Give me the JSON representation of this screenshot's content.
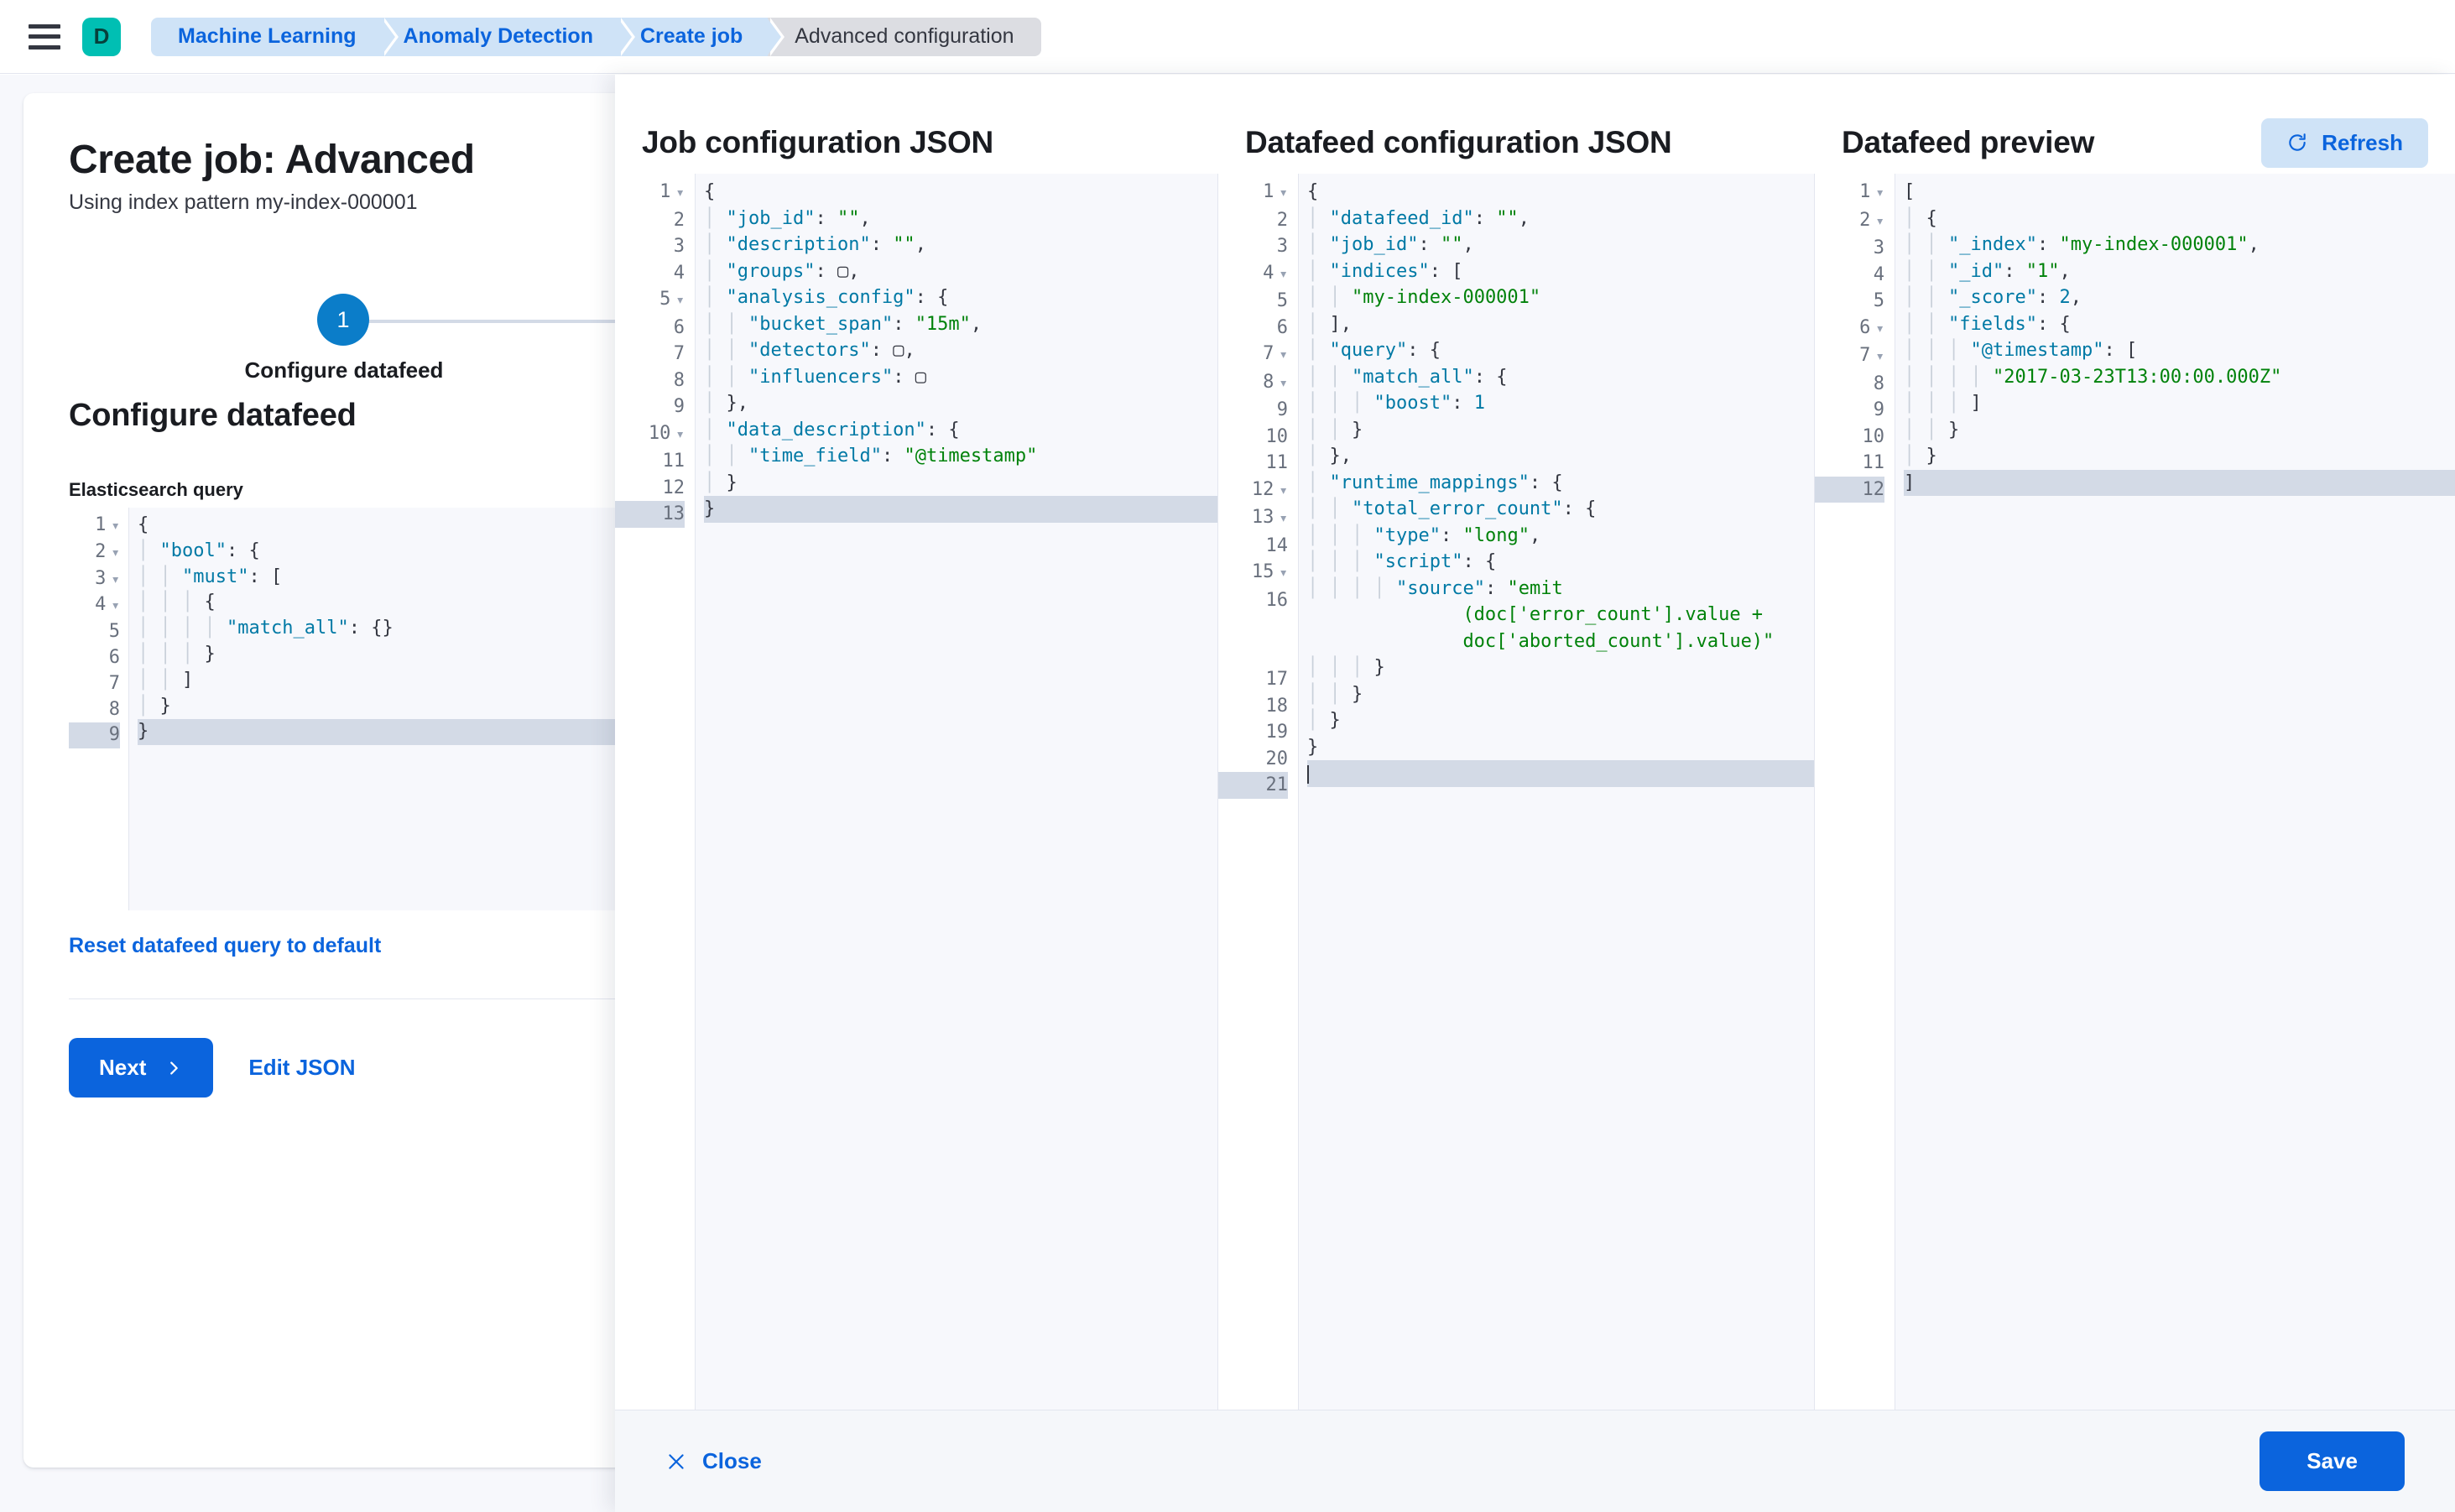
{
  "topnav": {
    "menu_icon": "hamburger-menu-icon",
    "avatar_letter": "D",
    "breadcrumbs": [
      {
        "label": "Machine Learning",
        "current": false
      },
      {
        "label": "Anomaly Detection",
        "current": false
      },
      {
        "label": "Create job",
        "current": false
      },
      {
        "label": "Advanced configuration",
        "current": true
      }
    ]
  },
  "left_panel": {
    "title": "Create job: Advanced",
    "subtitle": "Using index pattern my-index-000001",
    "step_number": "1",
    "step_label": "Configure datafeed",
    "section_title": "Configure datafeed",
    "query_label": "Elasticsearch query",
    "reset_link": "Reset datafeed query to default",
    "next_button": "Next",
    "next_icon": "chevron-right-icon",
    "edit_json_button": "Edit JSON",
    "query_lines": [
      {
        "n": "1",
        "fold": true,
        "indent": 0,
        "tokens": [
          [
            "pun",
            "{"
          ]
        ]
      },
      {
        "n": "2",
        "fold": true,
        "indent": 1,
        "tokens": [
          [
            "key",
            "\"bool\""
          ],
          [
            "pun",
            ": {"
          ]
        ]
      },
      {
        "n": "3",
        "fold": true,
        "indent": 2,
        "tokens": [
          [
            "key",
            "\"must\""
          ],
          [
            "pun",
            ": ["
          ]
        ]
      },
      {
        "n": "4",
        "fold": true,
        "indent": 3,
        "tokens": [
          [
            "pun",
            "{"
          ]
        ]
      },
      {
        "n": "5",
        "fold": false,
        "indent": 4,
        "tokens": [
          [
            "key",
            "\"match_all\""
          ],
          [
            "pun",
            ": {}"
          ]
        ]
      },
      {
        "n": "6",
        "fold": false,
        "indent": 3,
        "tokens": [
          [
            "pun",
            "}"
          ]
        ]
      },
      {
        "n": "7",
        "fold": false,
        "indent": 2,
        "tokens": [
          [
            "pun",
            "]"
          ]
        ]
      },
      {
        "n": "8",
        "fold": false,
        "indent": 1,
        "tokens": [
          [
            "pun",
            "}"
          ]
        ]
      },
      {
        "n": "9",
        "fold": false,
        "indent": 0,
        "tokens": [
          [
            "pun",
            "}"
          ]
        ],
        "highlight": true
      }
    ]
  },
  "flyout": {
    "job_config": {
      "title": "Job configuration JSON",
      "lines": [
        {
          "n": "1",
          "fold": true,
          "indent": 0,
          "tokens": [
            [
              "pun",
              "{"
            ]
          ]
        },
        {
          "n": "2",
          "fold": false,
          "indent": 1,
          "tokens": [
            [
              "key",
              "\"job_id\""
            ],
            [
              "pun",
              ": "
            ],
            [
              "str",
              "\"\""
            ],
            [
              "pun",
              ","
            ]
          ]
        },
        {
          "n": "3",
          "fold": false,
          "indent": 1,
          "tokens": [
            [
              "key",
              "\"description\""
            ],
            [
              "pun",
              ": "
            ],
            [
              "str",
              "\"\""
            ],
            [
              "pun",
              ","
            ]
          ]
        },
        {
          "n": "4",
          "fold": false,
          "indent": 1,
          "tokens": [
            [
              "key",
              "\"groups\""
            ],
            [
              "pun",
              ": "
            ],
            [
              "box",
              ""
            ],
            [
              "pun",
              ","
            ]
          ]
        },
        {
          "n": "5",
          "fold": true,
          "indent": 1,
          "tokens": [
            [
              "key",
              "\"analysis_config\""
            ],
            [
              "pun",
              ": {"
            ]
          ]
        },
        {
          "n": "6",
          "fold": false,
          "indent": 2,
          "tokens": [
            [
              "key",
              "\"bucket_span\""
            ],
            [
              "pun",
              ": "
            ],
            [
              "str",
              "\"15m\""
            ],
            [
              "pun",
              ","
            ]
          ]
        },
        {
          "n": "7",
          "fold": false,
          "indent": 2,
          "tokens": [
            [
              "key",
              "\"detectors\""
            ],
            [
              "pun",
              ": "
            ],
            [
              "box",
              ""
            ],
            [
              "pun",
              ","
            ]
          ]
        },
        {
          "n": "8",
          "fold": false,
          "indent": 2,
          "tokens": [
            [
              "key",
              "\"influencers\""
            ],
            [
              "pun",
              ": "
            ],
            [
              "box",
              ""
            ]
          ]
        },
        {
          "n": "9",
          "fold": false,
          "indent": 1,
          "tokens": [
            [
              "pun",
              "},"
            ]
          ]
        },
        {
          "n": "10",
          "fold": true,
          "indent": 1,
          "tokens": [
            [
              "key",
              "\"data_description\""
            ],
            [
              "pun",
              ": {"
            ]
          ]
        },
        {
          "n": "11",
          "fold": false,
          "indent": 2,
          "tokens": [
            [
              "key",
              "\"time_field\""
            ],
            [
              "pun",
              ": "
            ],
            [
              "str",
              "\"@timestamp\""
            ]
          ]
        },
        {
          "n": "12",
          "fold": false,
          "indent": 1,
          "tokens": [
            [
              "pun",
              "}"
            ]
          ]
        },
        {
          "n": "13",
          "fold": false,
          "indent": 0,
          "tokens": [
            [
              "pun",
              "}"
            ]
          ],
          "highlight": true
        }
      ]
    },
    "datafeed_config": {
      "title": "Datafeed configuration JSON",
      "lines": [
        {
          "n": "1",
          "fold": true,
          "indent": 0,
          "tokens": [
            [
              "pun",
              "{"
            ]
          ]
        },
        {
          "n": "2",
          "fold": false,
          "indent": 1,
          "tokens": [
            [
              "key",
              "\"datafeed_id\""
            ],
            [
              "pun",
              ": "
            ],
            [
              "str",
              "\"\""
            ],
            [
              "pun",
              ","
            ]
          ]
        },
        {
          "n": "3",
          "fold": false,
          "indent": 1,
          "tokens": [
            [
              "key",
              "\"job_id\""
            ],
            [
              "pun",
              ": "
            ],
            [
              "str",
              "\"\""
            ],
            [
              "pun",
              ","
            ]
          ]
        },
        {
          "n": "4",
          "fold": true,
          "indent": 1,
          "tokens": [
            [
              "key",
              "\"indices\""
            ],
            [
              "pun",
              ": ["
            ]
          ]
        },
        {
          "n": "5",
          "fold": false,
          "indent": 2,
          "tokens": [
            [
              "str",
              "\"my-index-000001\""
            ]
          ]
        },
        {
          "n": "6",
          "fold": false,
          "indent": 1,
          "tokens": [
            [
              "pun",
              "],"
            ]
          ]
        },
        {
          "n": "7",
          "fold": true,
          "indent": 1,
          "tokens": [
            [
              "key",
              "\"query\""
            ],
            [
              "pun",
              ": {"
            ]
          ]
        },
        {
          "n": "8",
          "fold": true,
          "indent": 2,
          "tokens": [
            [
              "key",
              "\"match_all\""
            ],
            [
              "pun",
              ": {"
            ]
          ]
        },
        {
          "n": "9",
          "fold": false,
          "indent": 3,
          "tokens": [
            [
              "key",
              "\"boost\""
            ],
            [
              "pun",
              ": "
            ],
            [
              "num",
              "1"
            ]
          ]
        },
        {
          "n": "10",
          "fold": false,
          "indent": 2,
          "tokens": [
            [
              "pun",
              "}"
            ]
          ]
        },
        {
          "n": "11",
          "fold": false,
          "indent": 1,
          "tokens": [
            [
              "pun",
              "},"
            ]
          ]
        },
        {
          "n": "12",
          "fold": true,
          "indent": 1,
          "tokens": [
            [
              "key",
              "\"runtime_mappings\""
            ],
            [
              "pun",
              ": {"
            ]
          ]
        },
        {
          "n": "13",
          "fold": true,
          "indent": 2,
          "tokens": [
            [
              "key",
              "\"total_error_count\""
            ],
            [
              "pun",
              ": {"
            ]
          ]
        },
        {
          "n": "14",
          "fold": false,
          "indent": 3,
          "tokens": [
            [
              "key",
              "\"type\""
            ],
            [
              "pun",
              ": "
            ],
            [
              "str",
              "\"long\""
            ],
            [
              "pun",
              ","
            ]
          ]
        },
        {
          "n": "15",
          "fold": true,
          "indent": 3,
          "tokens": [
            [
              "key",
              "\"script\""
            ],
            [
              "pun",
              ": {"
            ]
          ]
        },
        {
          "n": "16",
          "fold": false,
          "indent": 4,
          "tokens": [
            [
              "key",
              "\"source\""
            ],
            [
              "pun",
              ": "
            ],
            [
              "str",
              "\"emit"
            ]
          ],
          "wrapped": [
            "(doc['error_count'].value +",
            "doc['aborted_count'].value)\""
          ]
        },
        {
          "n": "17",
          "fold": false,
          "indent": 3,
          "tokens": [
            [
              "pun",
              "}"
            ]
          ]
        },
        {
          "n": "18",
          "fold": false,
          "indent": 2,
          "tokens": [
            [
              "pun",
              "}"
            ]
          ]
        },
        {
          "n": "19",
          "fold": false,
          "indent": 1,
          "tokens": [
            [
              "pun",
              "}"
            ]
          ]
        },
        {
          "n": "20",
          "fold": false,
          "indent": 0,
          "tokens": [
            [
              "pun",
              "}"
            ]
          ]
        },
        {
          "n": "21",
          "fold": false,
          "indent": 0,
          "tokens": [],
          "highlight": true,
          "caret": true
        }
      ]
    },
    "datafeed_preview": {
      "title": "Datafeed preview",
      "refresh_label": "Refresh",
      "refresh_icon": "refresh-icon",
      "lines": [
        {
          "n": "1",
          "fold": true,
          "indent": 0,
          "tokens": [
            [
              "pun",
              "["
            ]
          ]
        },
        {
          "n": "2",
          "fold": true,
          "indent": 1,
          "tokens": [
            [
              "pun",
              "{"
            ]
          ]
        },
        {
          "n": "3",
          "fold": false,
          "indent": 2,
          "tokens": [
            [
              "key",
              "\"_index\""
            ],
            [
              "pun",
              ": "
            ],
            [
              "str",
              "\"my-index-000001\""
            ],
            [
              "pun",
              ","
            ]
          ]
        },
        {
          "n": "4",
          "fold": false,
          "indent": 2,
          "tokens": [
            [
              "key",
              "\"_id\""
            ],
            [
              "pun",
              ": "
            ],
            [
              "str",
              "\"1\""
            ],
            [
              "pun",
              ","
            ]
          ]
        },
        {
          "n": "5",
          "fold": false,
          "indent": 2,
          "tokens": [
            [
              "key",
              "\"_score\""
            ],
            [
              "pun",
              ": "
            ],
            [
              "num",
              "2"
            ],
            [
              "pun",
              ","
            ]
          ]
        },
        {
          "n": "6",
          "fold": true,
          "indent": 2,
          "tokens": [
            [
              "key",
              "\"fields\""
            ],
            [
              "pun",
              ": {"
            ]
          ]
        },
        {
          "n": "7",
          "fold": true,
          "indent": 3,
          "tokens": [
            [
              "key",
              "\"@timestamp\""
            ],
            [
              "pun",
              ": ["
            ]
          ]
        },
        {
          "n": "8",
          "fold": false,
          "indent": 4,
          "tokens": [
            [
              "str",
              "\"2017-03-23T13:00:00.000Z\""
            ]
          ]
        },
        {
          "n": "9",
          "fold": false,
          "indent": 3,
          "tokens": [
            [
              "pun",
              "]"
            ]
          ]
        },
        {
          "n": "10",
          "fold": false,
          "indent": 2,
          "tokens": [
            [
              "pun",
              "}"
            ]
          ]
        },
        {
          "n": "11",
          "fold": false,
          "indent": 1,
          "tokens": [
            [
              "pun",
              "}"
            ]
          ]
        },
        {
          "n": "12",
          "fold": false,
          "indent": 0,
          "tokens": [
            [
              "pun",
              "]"
            ]
          ],
          "highlight": true
        }
      ]
    },
    "footer": {
      "close_label": "Close",
      "close_icon": "close-x-icon",
      "save_label": "Save"
    }
  },
  "colors": {
    "accent_blue": "#0b64dd",
    "brand_teal": "#00bfb3",
    "step_blue": "#0b7dc9",
    "json_key": "#0079a5",
    "json_string": "#00820a",
    "highlight_row": "#d3dae6"
  }
}
